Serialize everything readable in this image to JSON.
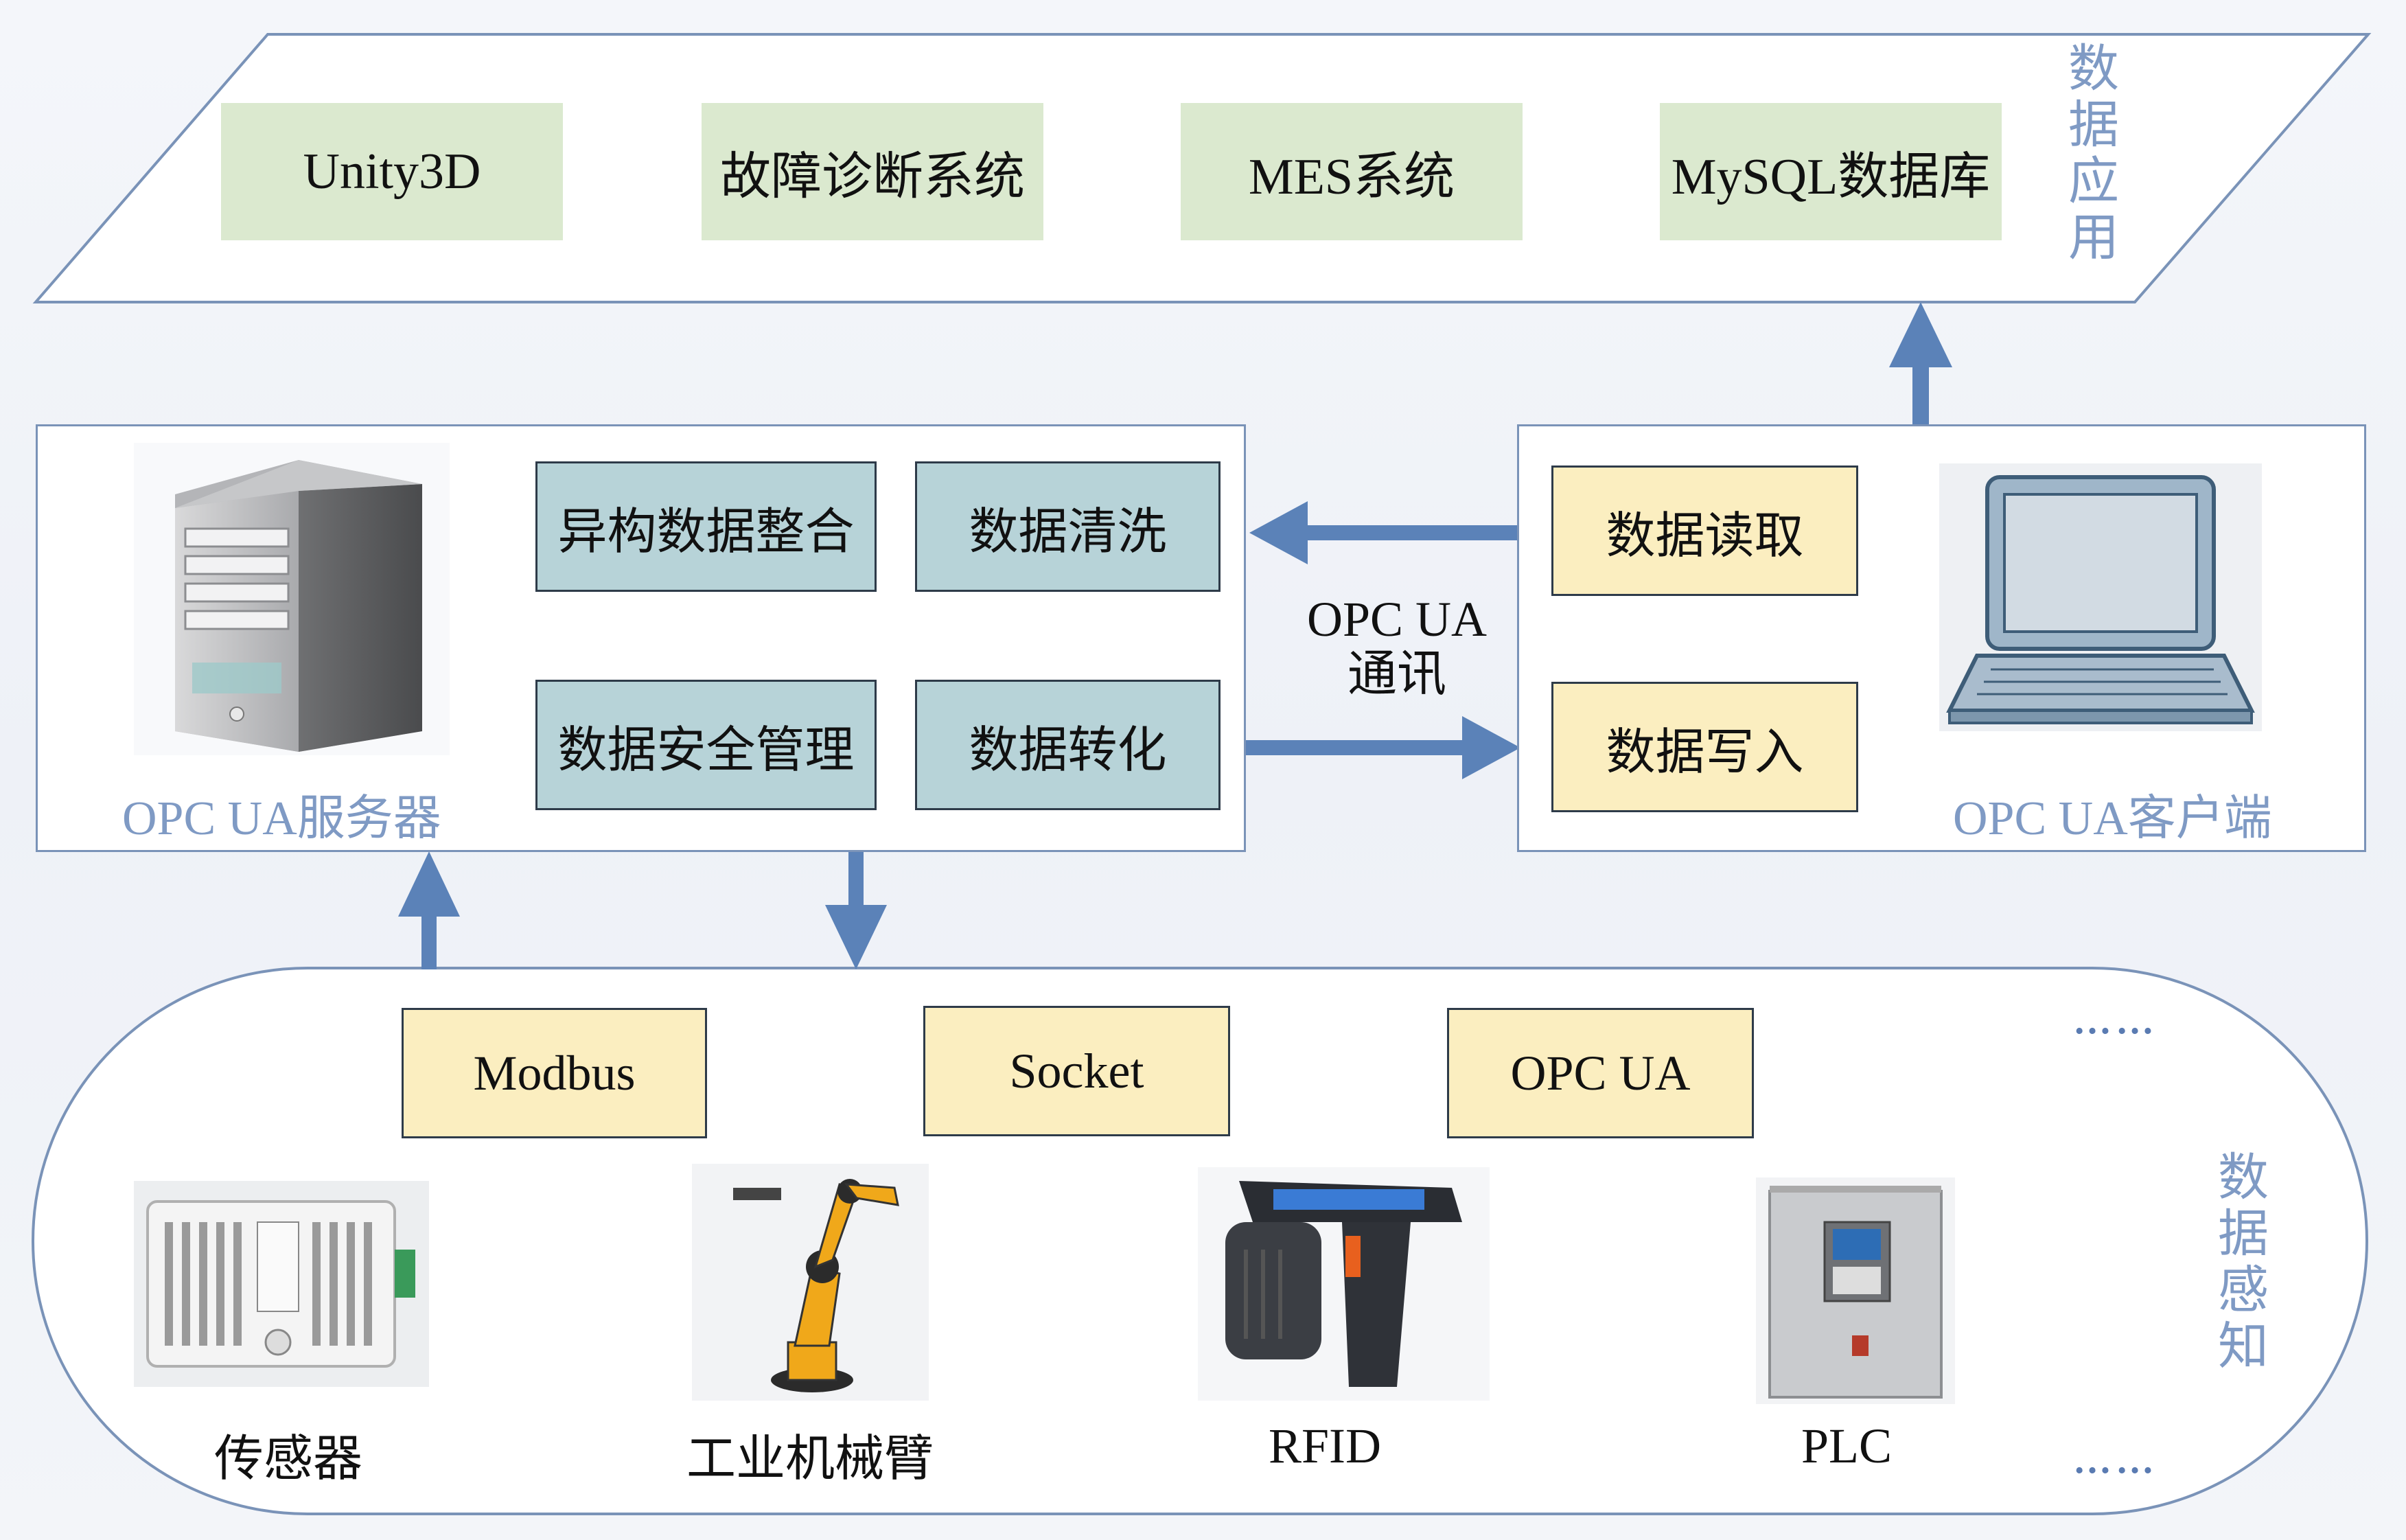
{
  "app_layer": {
    "label": "数据应用",
    "boxes": [
      "Unity3D",
      "故障诊断系统",
      "MES系统",
      "MySQL数据库"
    ]
  },
  "server": {
    "caption": "OPC  UA服务器",
    "functions": [
      "异构数据整合",
      "数据清洗",
      "数据安全管理",
      "数据转化"
    ]
  },
  "communication": {
    "line1": "OPC UA",
    "line2": "通讯"
  },
  "client": {
    "caption": "OPC UA客户端",
    "functions": [
      "数据读取",
      "数据写入"
    ]
  },
  "perception_layer": {
    "label": "数据感知",
    "protocols": [
      "Modbus",
      "Socket",
      "OPC UA"
    ],
    "devices": [
      "传感器",
      "工业机械臂",
      "RFID",
      "PLC"
    ],
    "ellipsis": "……"
  },
  "colors": {
    "arrow": "#5b82b8",
    "panel_border": "#7a93b8",
    "caption": "#7f9ac4",
    "green_box": "#dbe9cf",
    "teal_box": "#b7d3d8",
    "yellow_box": "#fbeec0"
  }
}
